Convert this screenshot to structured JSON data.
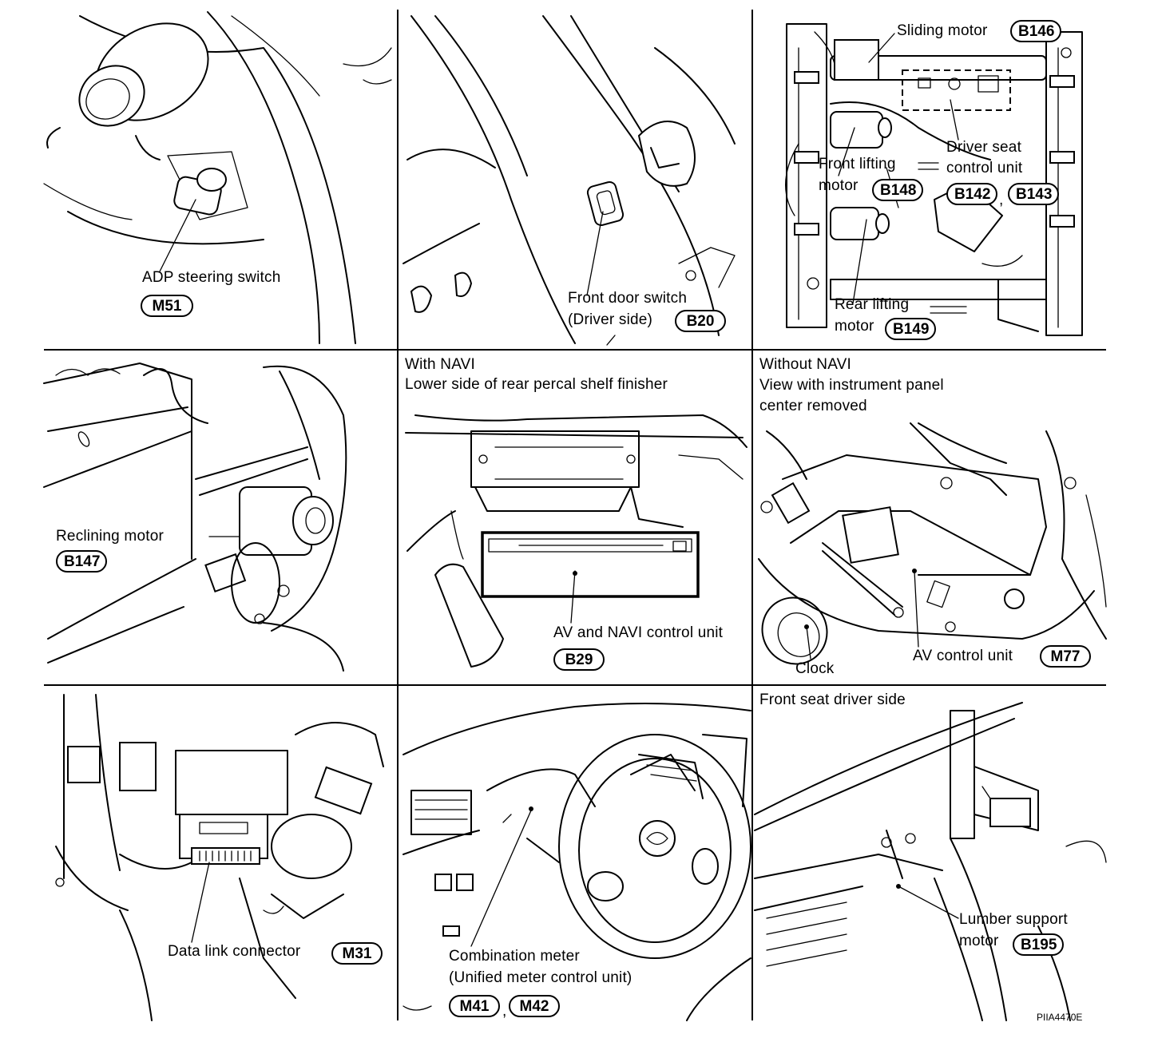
{
  "figure_code": "PIIA4470E",
  "panels": {
    "adp": {
      "label": "ADP steering switch",
      "badges": [
        "M51"
      ]
    },
    "door": {
      "line1": "Front door switch",
      "line2": "(Driver side)",
      "badges": [
        "B20"
      ]
    },
    "seat": {
      "sliding": "Sliding motor",
      "sliding_badge": "B146",
      "ctrl_line1": "Driver seat",
      "ctrl_line2": "control unit",
      "ctrl_badge1": "B142",
      "ctrl_badge2": "B143",
      "front_line1": "Front lifting",
      "front_line2": "motor",
      "front_badge": "B148",
      "rear_line1": "Rear lifting",
      "rear_line2": "motor",
      "rear_badge": "B149"
    },
    "recline": {
      "label": "Reclining motor",
      "badge": "B147"
    },
    "navi": {
      "head1": "With NAVI",
      "head2": "Lower side of rear percal shelf finisher",
      "label": "AV and NAVI control unit",
      "badge": "B29"
    },
    "nonavi": {
      "head1": "Without NAVI",
      "head2": "View with instrument panel",
      "head3": "center removed",
      "clock": "Clock",
      "label": "AV control unit",
      "badge": "M77"
    },
    "dlc": {
      "label": "Data link connector",
      "badge": "M31"
    },
    "meter": {
      "line1": "Combination meter",
      "line2": "(Unified meter control unit)",
      "badge1": "M41",
      "badge2": "M42"
    },
    "lumbar": {
      "head": "Front seat driver side",
      "line1": "Lumber support",
      "line2": "motor",
      "badge": "B195"
    }
  }
}
